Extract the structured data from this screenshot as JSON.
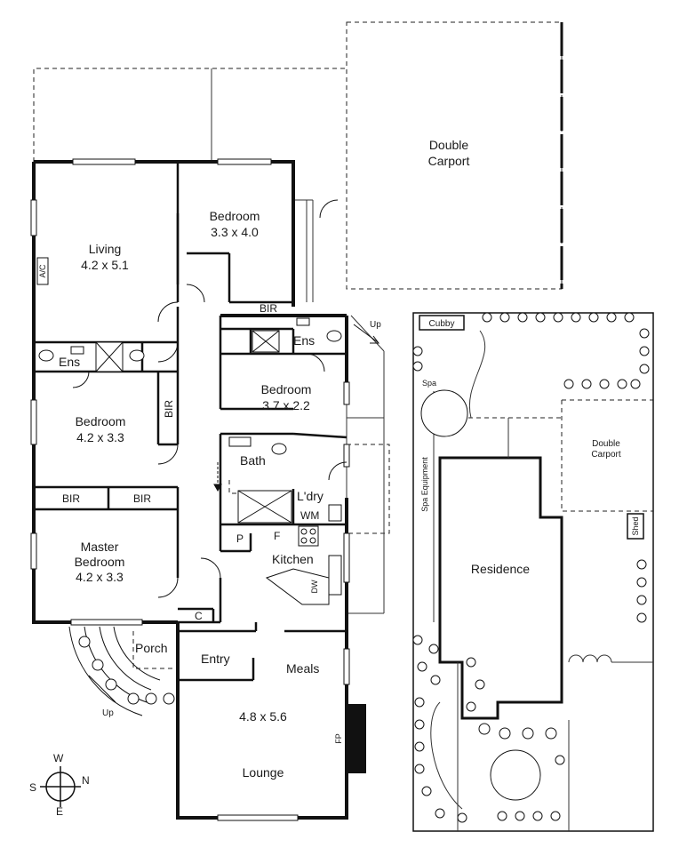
{
  "rooms": {
    "carport_main_l1": "Double",
    "carport_main_l2": "Carport",
    "bedroom1_name": "Bedroom",
    "bedroom1_dim": "3.3 x 4.0",
    "living_name": "Living",
    "living_dim": "4.2 x 5.1",
    "ac": "A/C",
    "bir_top": "BIR",
    "ens_left": "Ens",
    "ens_right": "Ens",
    "up_right": "Up",
    "bedroom2_name": "Bedroom",
    "bedroom2_dim": "3.7 x 2.2",
    "bedroom3_name": "Bedroom",
    "bedroom3_dim": "4.2 x 3.3",
    "bir_side": "BIR",
    "bath": "Bath",
    "laundry": "L'dry",
    "wm": "WM",
    "bir_a": "BIR",
    "bir_b": "BIR",
    "pantry": "P",
    "fridge": "F",
    "kitchen": "Kitchen",
    "dw": "DW",
    "master_l1": "Master",
    "master_l2": "Bedroom",
    "master_dim": "4.2 x 3.3",
    "closet": "C",
    "porch": "Porch",
    "entry": "Entry",
    "meals": "Meals",
    "lounge_dim": "4.8 x 5.6",
    "lounge": "Lounge",
    "fp": "FP",
    "up_porch": "Up"
  },
  "compass": {
    "north": "N",
    "south": "S",
    "east": "E",
    "west": "W"
  },
  "site": {
    "cubby": "Cubby",
    "spa": "Spa",
    "spa_equipment": "Spa Equipment",
    "carport_l1": "Double",
    "carport_l2": "Carport",
    "shed": "Shed",
    "residence": "Residence"
  }
}
